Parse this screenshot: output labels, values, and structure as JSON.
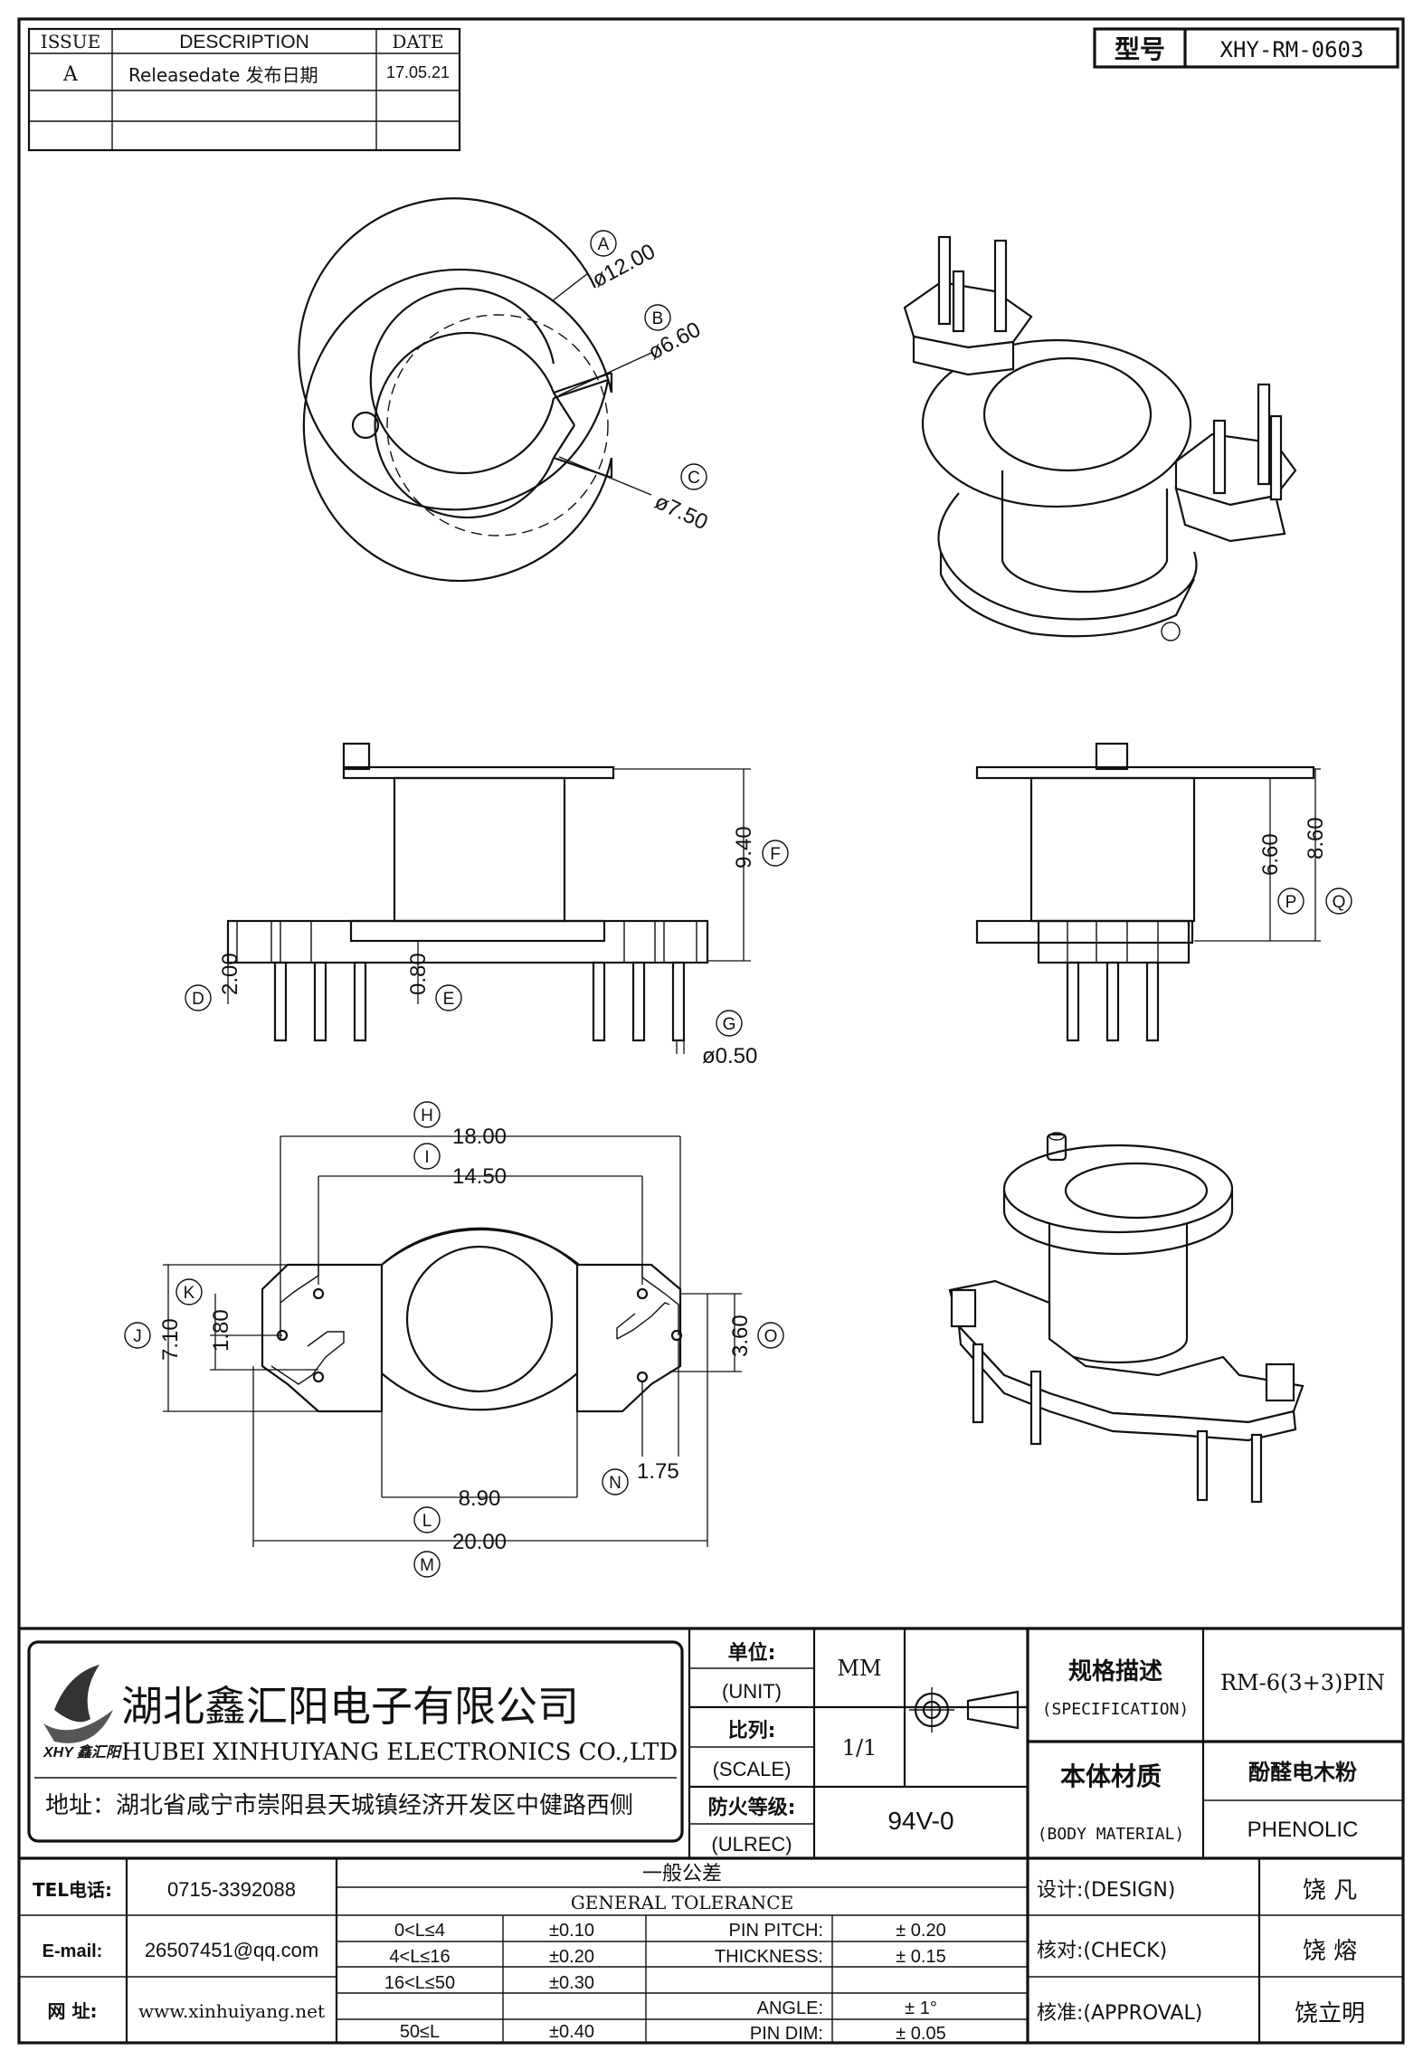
{
  "revision_table": {
    "headers": [
      "ISSUE",
      "DESCRIPTION",
      "DATE"
    ],
    "rows": [
      {
        "issue": "A",
        "description": "Releasedate 发布日期",
        "date": "17.05.21"
      }
    ]
  },
  "model": {
    "label": "型号",
    "value": "XHY-RM-0603"
  },
  "top_view": {
    "callouts": [
      {
        "letter": "A",
        "value": "ø12.00"
      },
      {
        "letter": "B",
        "value": "ø6.60"
      },
      {
        "letter": "C",
        "value": "ø7.50"
      }
    ]
  },
  "front_view": {
    "callouts": [
      {
        "letter": "F",
        "value": "9.40"
      },
      {
        "letter": "D",
        "value": "2.00"
      },
      {
        "letter": "E",
        "value": "0.80"
      },
      {
        "letter": "G",
        "value": "ø0.50"
      }
    ]
  },
  "side_view": {
    "callouts": [
      {
        "letter": "P",
        "value": "6.60"
      },
      {
        "letter": "Q",
        "value": "8.60"
      }
    ]
  },
  "bottom_view": {
    "callouts": [
      {
        "letter": "H",
        "value": "18.00"
      },
      {
        "letter": "I",
        "value": "14.50"
      },
      {
        "letter": "K",
        "value": "1.80"
      },
      {
        "letter": "J",
        "value": "7.10"
      },
      {
        "letter": "O",
        "value": "3.60"
      },
      {
        "letter": "N",
        "value": "1.75"
      },
      {
        "letter": "L",
        "value": "8.90"
      },
      {
        "letter": "M",
        "value": "20.00"
      }
    ]
  },
  "company": {
    "name_cn": "湖北鑫汇阳电子有限公司",
    "name_en": "HUBEI XINHUIYANG ELECTRONICS CO.,LTD",
    "address": "地址：湖北省咸宁市崇阳县天城镇经济开发区中健路西侧",
    "logo_text": "XHY 鑫汇阳"
  },
  "spec_block": {
    "unit_cn": "单位:",
    "unit_en": "(UNIT)",
    "unit_value": "MM",
    "scale_cn": "比列:",
    "scale_en": "(SCALE)",
    "scale_value": "1/1",
    "fire_cn": "防火等级:",
    "fire_en": "(ULREC)",
    "fire_value": "94V-0",
    "spec_cn": "规格描述",
    "spec_en": "(SPECIFICATION)",
    "spec_value": "RM-6(3+3)PIN",
    "material_cn": "本体材质",
    "material_en": "(BODY MATERIAL)",
    "material_value_cn": "酚醛电木粉",
    "material_value_en": "PHENOLIC"
  },
  "contact": {
    "tel_label": "TEL电话:",
    "tel": "0715-3392088",
    "email_label": "E-mail:",
    "email": "26507451@qq.com",
    "web_label": "网  址:",
    "web": "www.xinhuiyang.net"
  },
  "tolerance": {
    "title_cn": "一般公差",
    "title_en": "GENERAL TOLERANCE",
    "ranges": [
      {
        "range": "0<L≤4",
        "tol": "±0.10"
      },
      {
        "range": "4<L≤16",
        "tol": "±0.20"
      },
      {
        "range": "16<L≤50",
        "tol": "±0.30"
      },
      {
        "range": "50≤L",
        "tol": "±0.40"
      }
    ],
    "extras": [
      {
        "label": "PIN PITCH:",
        "value": "±  0.20"
      },
      {
        "label": "THICKNESS:",
        "value": "±  0.15"
      },
      {
        "label": "ANGLE:",
        "value": "±  1°"
      },
      {
        "label": "PIN DIM:",
        "value": "±  0.05"
      }
    ]
  },
  "signoff": [
    {
      "label": "设计:(DESIGN)",
      "name": "饶  凡"
    },
    {
      "label": "核对:(CHECK)",
      "name": "饶  熔"
    },
    {
      "label": "核准:(APPROVAL)",
      "name": "饶立明"
    }
  ]
}
